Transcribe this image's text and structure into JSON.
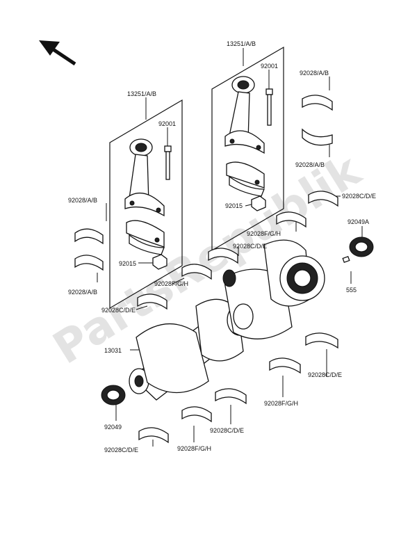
{
  "watermark": "PartsRepublik",
  "labels": {
    "rod_left": "13251/A/B",
    "rod_right": "13251/A/B",
    "bolt_left": "92001",
    "bolt_right": "92001",
    "nut_left": "92015",
    "nut_right": "92015",
    "bearing_ab_1": "92028/A/B",
    "bearing_ab_2": "92028/A/B",
    "bearing_ab_3": "92028/A/B",
    "bearing_ab_4": "92028/A/B",
    "bearing_cde_1": "92028C/D/E",
    "bearing_cde_2": "92028C/D/E",
    "bearing_cde_3": "92028C/D/E",
    "bearing_cde_4": "92028C/D/E",
    "bearing_cde_5": "92028C/D/E",
    "bearing_cde_6": "92028C/D/E",
    "bearing_fgh_1": "92028F/G/H",
    "bearing_fgh_2": "92028F/G/H",
    "bearing_fgh_3": "92028F/G/H",
    "bearing_fgh_4": "92028F/G/H",
    "seal_right": "92049A",
    "seal_left": "92049",
    "key": "555",
    "crankshaft": "13031"
  }
}
